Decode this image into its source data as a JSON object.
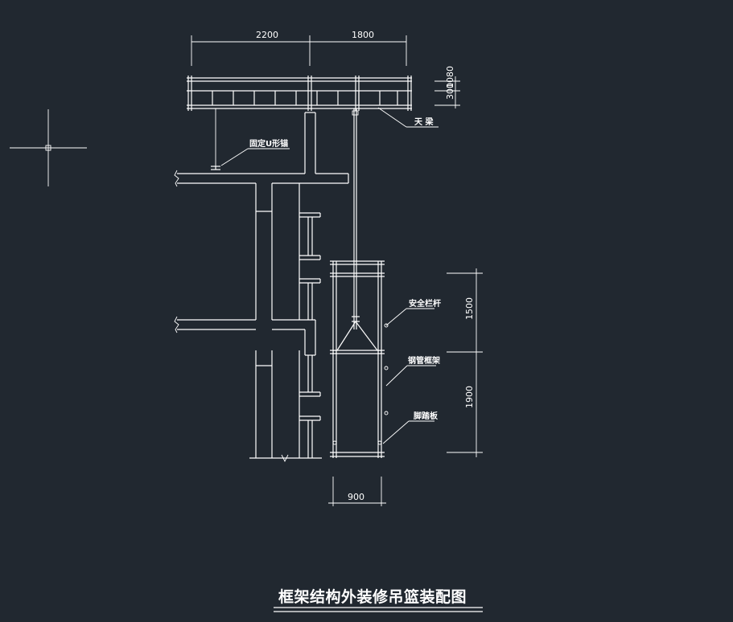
{
  "drawing": {
    "title": "框架结构外装修吊篮装配图",
    "dimensions": {
      "top_left": "2200",
      "top_right": "1800",
      "beam_height_a": "300",
      "beam_height_b": "1080",
      "basket_upper": "1500",
      "basket_lower": "1900",
      "basket_width": "900"
    },
    "labels": {
      "sky_beam": "天 梁",
      "anchor": "固定U形锚",
      "guardrail": "安全栏杆",
      "steel_frame": "钢管框架",
      "footboard": "脚踏板"
    }
  },
  "colors": {
    "background": "#212830",
    "line": "#ffffff"
  },
  "cursor": {
    "type": "crosshair"
  }
}
